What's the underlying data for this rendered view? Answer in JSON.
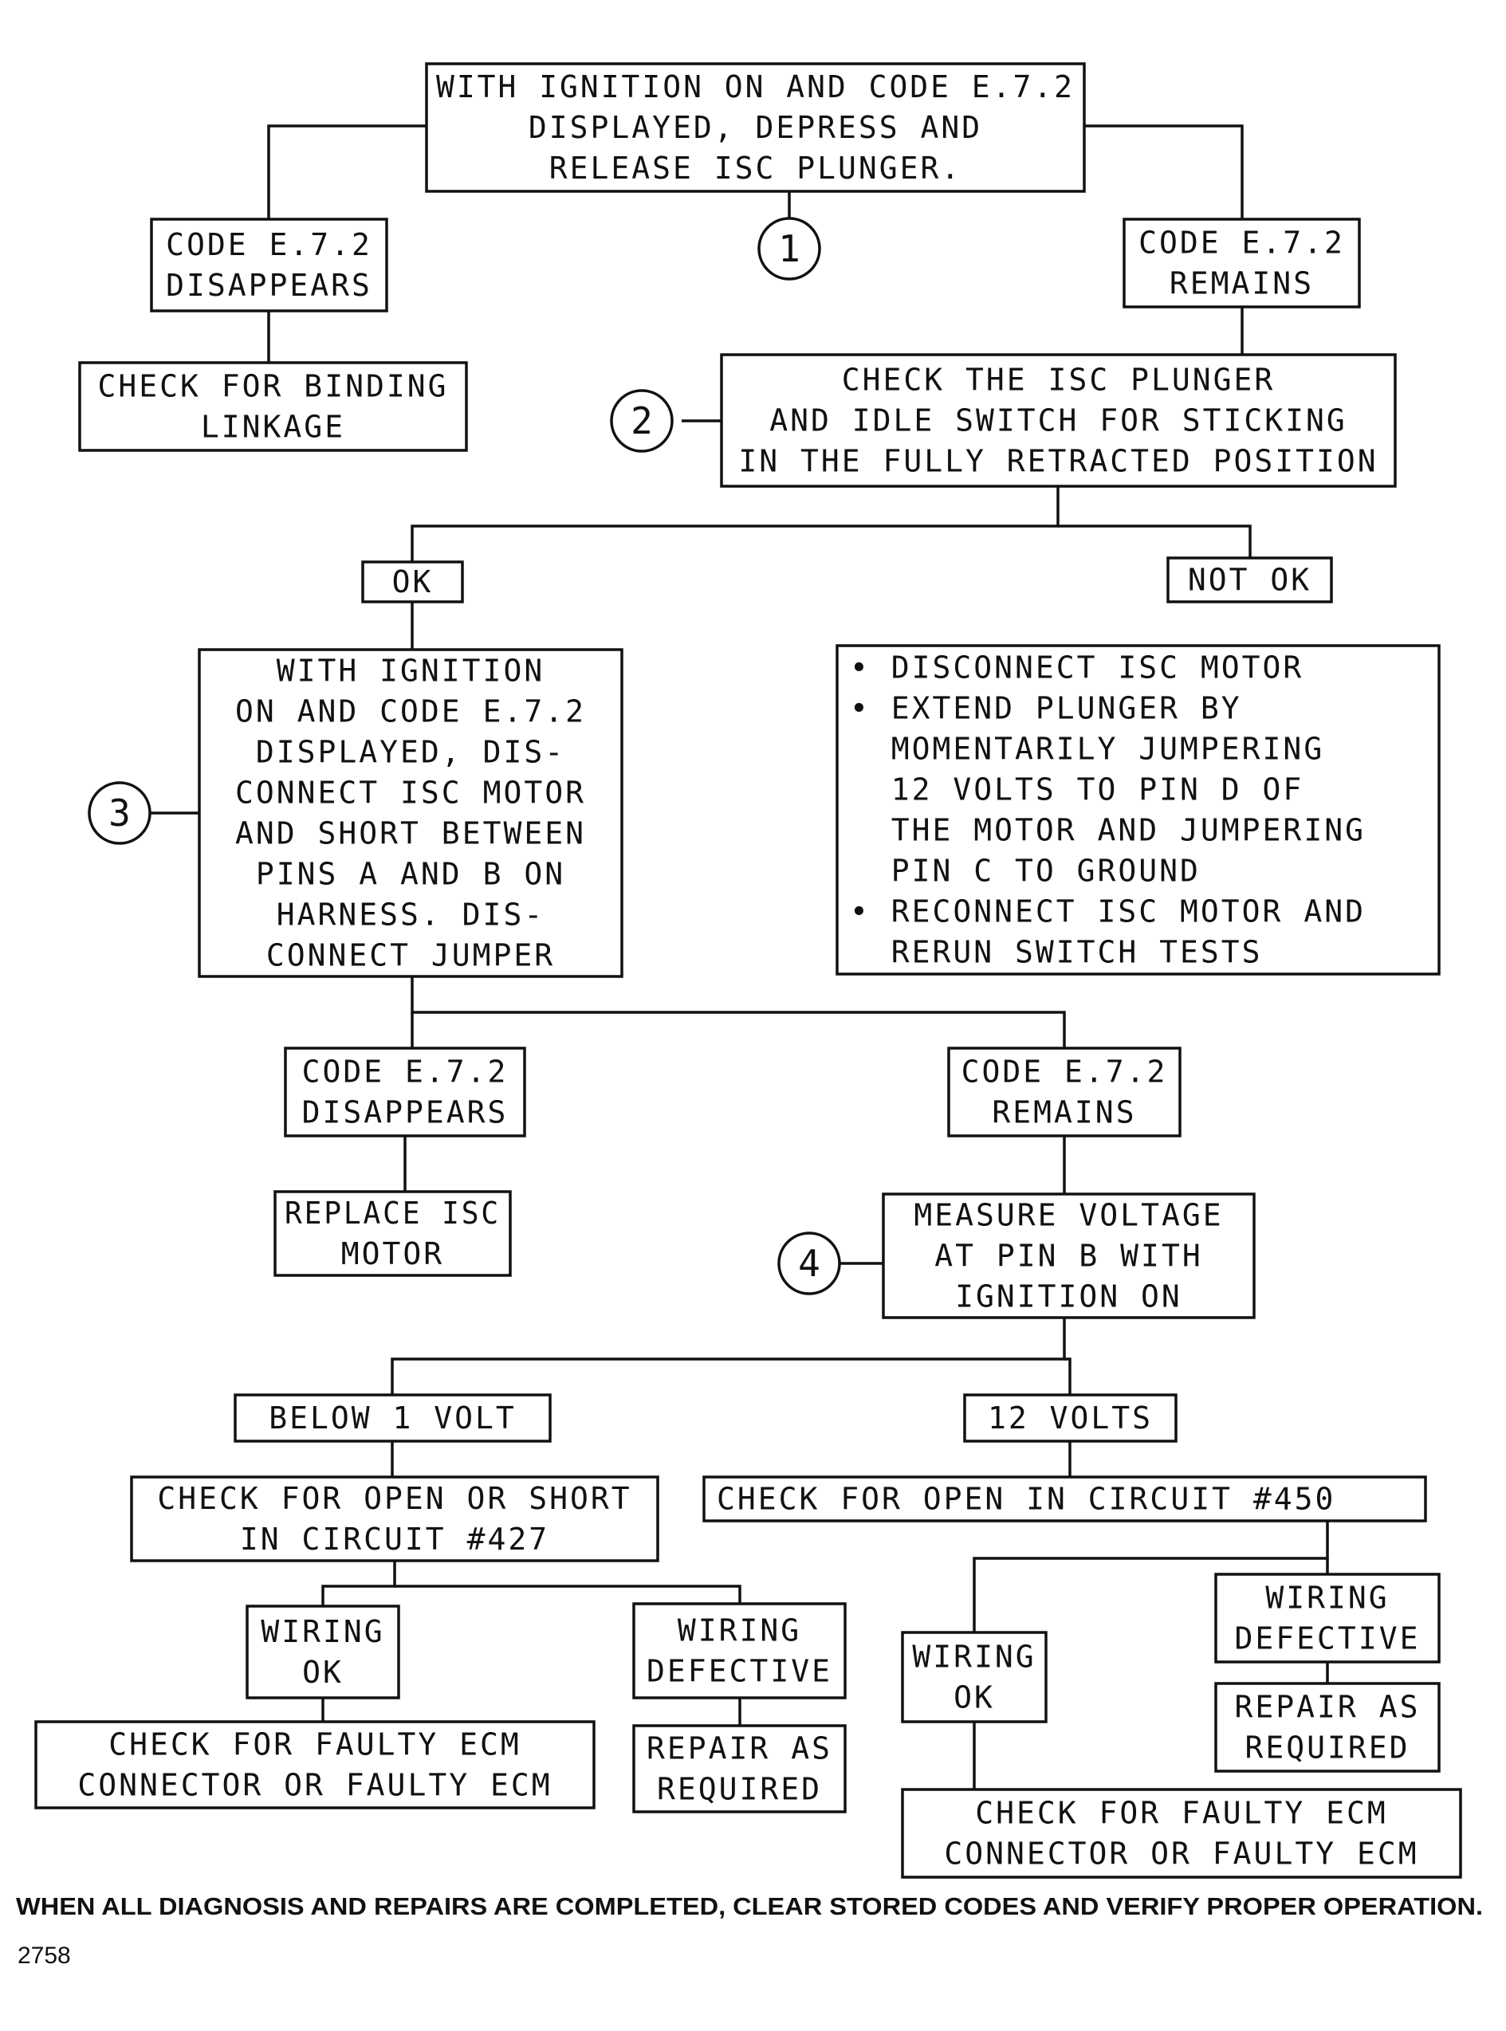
{
  "boxes": {
    "start": [
      "WITH IGNITION ON AND CODE E.7.2",
      "DISPLAYED, DEPRESS AND",
      "RELEASE ISC PLUNGER."
    ],
    "code_disappears_1": [
      "CODE E.7.2",
      "DISAPPEARS"
    ],
    "code_remains_1": [
      "CODE E.7.2",
      "REMAINS"
    ],
    "check_binding": [
      "CHECK FOR BINDING",
      "LINKAGE"
    ],
    "check_plunger": [
      "CHECK THE ISC PLUNGER",
      "AND IDLE SWITCH FOR STICKING",
      "IN THE FULLY RETRACTED POSITION"
    ],
    "ok": [
      "OK"
    ],
    "not_ok": [
      "NOT OK"
    ],
    "short_pins": [
      "WITH IGNITION",
      "ON AND CODE E.7.2",
      "DISPLAYED, DIS-",
      "CONNECT ISC MOTOR",
      "AND SHORT BETWEEN",
      "PINS A AND B ON",
      "HARNESS. DIS-",
      "CONNECT JUMPER"
    ],
    "extend_plunger": [
      "• DISCONNECT ISC MOTOR",
      "• EXTEND PLUNGER BY",
      "  MOMENTARILY JUMPERING",
      "  12 VOLTS TO PIN D OF",
      "  THE MOTOR AND JUMPERING",
      "  PIN C TO GROUND",
      "• RECONNECT ISC MOTOR AND",
      "  RERUN SWITCH TESTS"
    ],
    "code_disappears_2": [
      "CODE E.7.2",
      "DISAPPEARS"
    ],
    "code_remains_2": [
      "CODE E.7.2",
      "REMAINS"
    ],
    "replace_motor": [
      "REPLACE ISC",
      "MOTOR"
    ],
    "measure_voltage": [
      "MEASURE VOLTAGE",
      "AT PIN B WITH",
      "IGNITION ON"
    ],
    "below_1_volt": [
      "BELOW 1 VOLT"
    ],
    "twelve_volts": [
      "12 VOLTS"
    ],
    "check_427": [
      "CHECK FOR OPEN OR SHORT",
      "IN CIRCUIT #427"
    ],
    "check_450": [
      "CHECK FOR OPEN IN CIRCUIT #450"
    ],
    "wiring_ok_1": [
      "WIRING",
      "OK"
    ],
    "wiring_defective_1": [
      "WIRING",
      "DEFECTIVE"
    ],
    "ecm_1": [
      "CHECK FOR FAULTY ECM",
      "CONNECTOR OR FAULTY ECM"
    ],
    "repair_1": [
      "REPAIR AS",
      "REQUIRED"
    ],
    "wiring_ok_2": [
      "WIRING",
      "OK"
    ],
    "wiring_defective_2": [
      "WIRING",
      "DEFECTIVE"
    ],
    "repair_2": [
      "REPAIR AS",
      "REQUIRED"
    ],
    "ecm_2": [
      "CHECK FOR FAULTY ECM",
      "CONNECTOR OR FAULTY ECM"
    ]
  },
  "steps": [
    "1",
    "2",
    "3",
    "4"
  ],
  "footer": "WHEN ALL DIAGNOSIS AND REPAIRS ARE COMPLETED, CLEAR STORED CODES AND VERIFY PROPER OPERATION.",
  "figure_number": "2758"
}
